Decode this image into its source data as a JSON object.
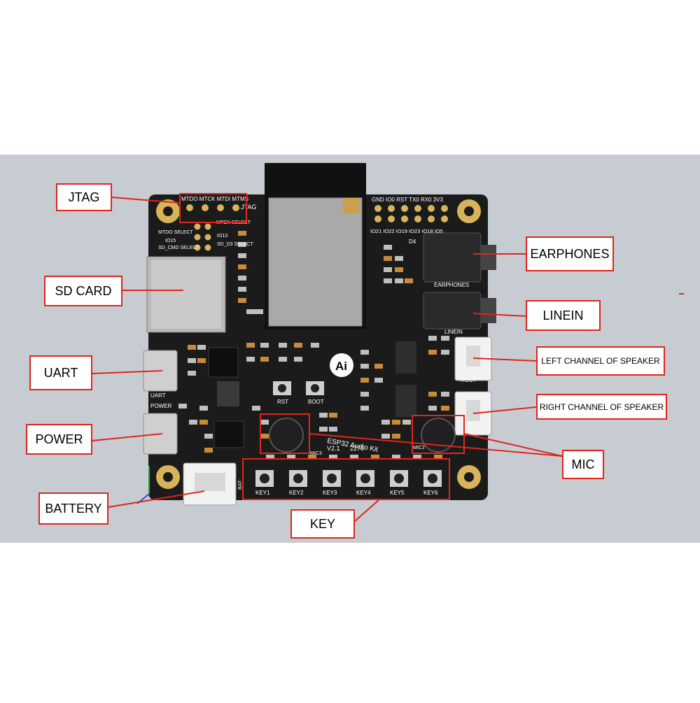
{
  "colors": {
    "callout_border": "#e0251b",
    "leader_line": "#e0251b",
    "pcb": "#1b1b1b",
    "gold": "#d7b35a",
    "backdrop": "#c7ccd2"
  },
  "callouts": {
    "jtag": "JTAG",
    "sd_card": "SD CARD",
    "uart": "UART",
    "power": "POWER",
    "battery": "BATTERY",
    "key": "KEY",
    "mic": "MIC",
    "earphones": "EARPHONES",
    "linein": "LINEIN",
    "left_speaker": "LEFT CHANNEL OF SPEAKER",
    "right_speaker": "RIGHT CHANNEL OF SPEAKER"
  },
  "board": {
    "header_top_labels": "GND IO0 RST TX0 RX0 3V3",
    "header_bottom_labels": "IO21 IO22 IO19 IO23 IO18 IO5",
    "jtag_pins": "MTDO MTCK MTDI MTMS",
    "jtag_silk": "JTAG",
    "mtdo_select": "MTDO SELECT",
    "io13": "IO13",
    "io15": "IO15",
    "sd_cmd_select": "SD_CMD SELECT",
    "mtck_select": "MTCK SELECT",
    "sd_d3_select": "SD_D3 SELECT",
    "d4": "D4",
    "earphones_silk": "EARPHONES",
    "linein_silk": "LINEIN",
    "rout_silk": "ROUT",
    "uart_silk": "UART",
    "power_silk": "POWER",
    "bat_silk": "BAT-",
    "rst": "RST",
    "boot": "BOOT",
    "title": "ESP32 Audio Kit",
    "version": "V2.1",
    "version_code": "2278",
    "mic2": "MIC2",
    "mic3": "MIC3",
    "key_labels": [
      "KEY1",
      "KEY2",
      "KEY3",
      "KEY4",
      "KEY5",
      "KEY6"
    ],
    "logo": "Ai"
  }
}
